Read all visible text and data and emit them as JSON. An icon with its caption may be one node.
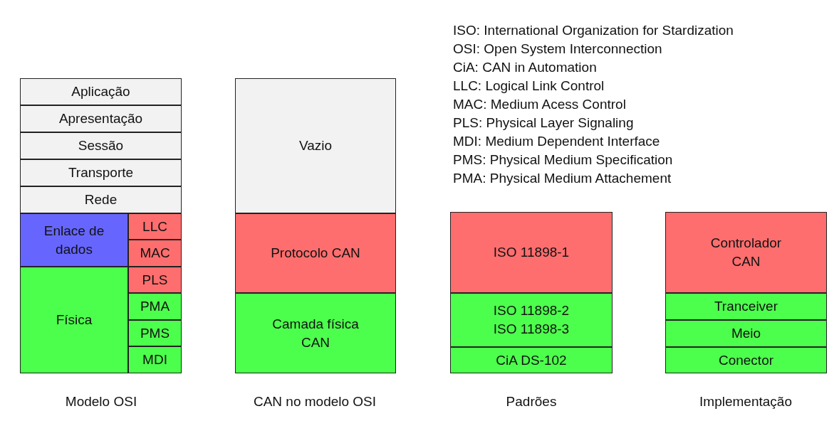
{
  "diagram": {
    "nodes": [
      {
        "text": [
          "Aplicação"
        ]
      },
      {
        "text": [
          "Apresentação"
        ]
      },
      {
        "text": [
          "Sessão"
        ]
      },
      {
        "text": [
          "Transporte"
        ]
      },
      {
        "text": [
          "Rede"
        ]
      },
      {
        "text": [
          "Enlace de dados"
        ]
      },
      {
        "text": [
          "LLC"
        ]
      },
      {
        "text": [
          "MAC"
        ]
      },
      {
        "text": [
          "Física"
        ]
      },
      {
        "text": [
          "PLS"
        ]
      },
      {
        "text": [
          "PMA"
        ]
      },
      {
        "text": [
          "PMS"
        ]
      },
      {
        "text": [
          "MDI"
        ]
      },
      {
        "text": [
          "Vazio"
        ]
      },
      {
        "text": [
          "Protocolo CAN"
        ]
      },
      {
        "text": [
          "Camada física CAN"
        ]
      },
      {
        "text": [
          "ISO 11898-1"
        ]
      },
      {
        "text": [
          "ISO 11898-2",
          "ISO 11898-3"
        ]
      },
      {
        "text": [
          "CiA DS-102"
        ]
      },
      {
        "text": [
          "Controlador CAN"
        ]
      },
      {
        "text": [
          "Tranceiver"
        ]
      },
      {
        "text": [
          "Meio"
        ]
      },
      {
        "text": [
          "Conector"
        ]
      }
    ],
    "labels": [
      "ISO: International Organization for Stardization",
      "OSI: Open System Interconnection",
      "CiA: CAN in Automation",
      "LLC: Logical Link Control",
      "MAC: Medium Acess Control",
      "PLS: Physical Layer Signaling",
      "MDI: Medium Dependent Interface",
      "PMS: Physical Medium Specification",
      "PMA: Physical Medium Attachement",
      "Modelo OSI",
      "CAN no modelo OSI",
      "Padrões",
      "Implementação"
    ]
  }
}
